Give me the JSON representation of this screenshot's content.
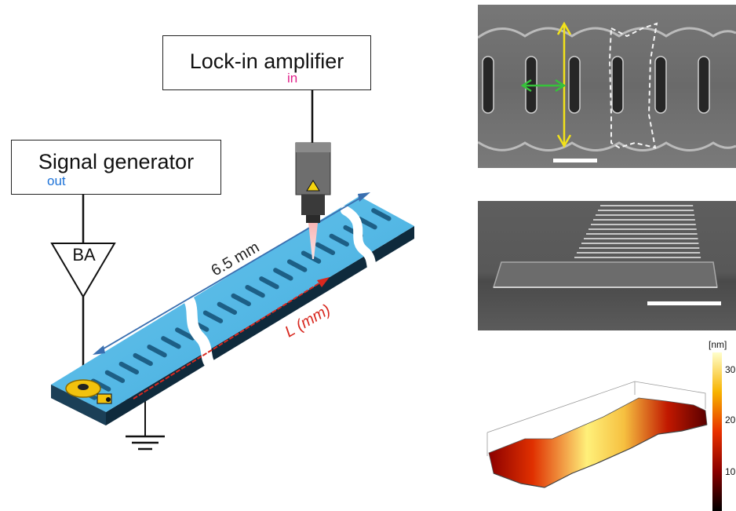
{
  "instruments": {
    "lockin": {
      "title": "Lock-in amplifier",
      "port": "in",
      "port_color": "#e0218a"
    },
    "siggen": {
      "title": "Signal generator",
      "port": "out",
      "port_color": "#1e73d8"
    }
  },
  "amplifier": {
    "label": "BA"
  },
  "device": {
    "length_label": "6.5 mm",
    "axis_label": "L (mm)",
    "axis_color": "#d8281f",
    "beam_color": "#4ab7e6"
  },
  "colorbar": {
    "unit": "[nm]",
    "ticks": [
      "30",
      "20",
      "10"
    ]
  }
}
